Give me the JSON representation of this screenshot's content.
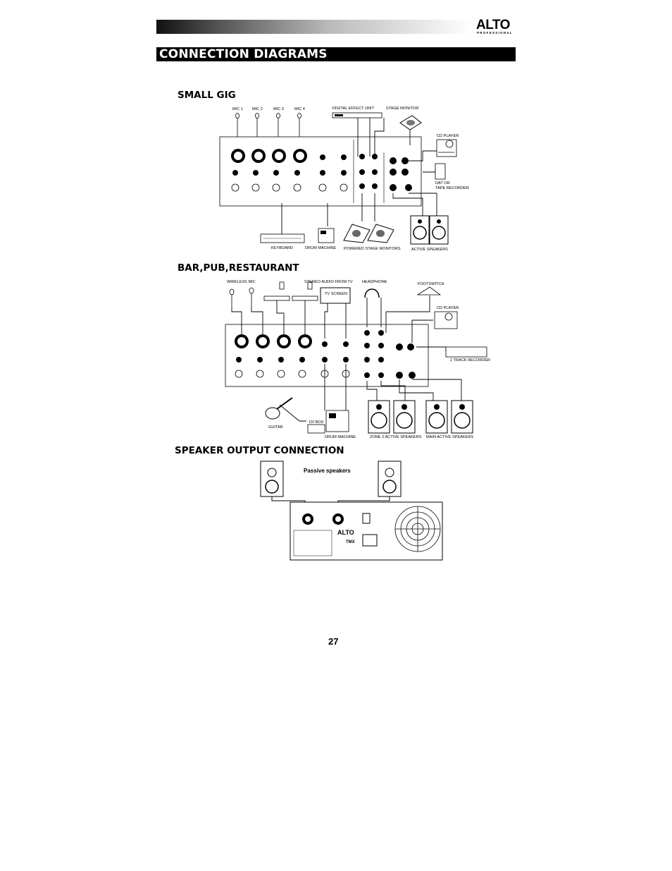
{
  "header": {
    "logo_text": "ALTO",
    "logo_sub": "PROFESSIONAL",
    "title": "CONNECTION DIAGRAMS"
  },
  "small_gig": {
    "heading": "SMALL GIG",
    "mic_labels": [
      "MIC 1",
      "MIC 2",
      "MIC 3",
      "MIC 4"
    ],
    "digital_effect_unit": "DIGITAL EFFECT UNIT",
    "stage_monitor": "STAGE MONITOR",
    "cd_player": "CD PLAYER",
    "dat_or": "DAT OR",
    "tape_recorder": "TAPE RECORDER",
    "keyboard": "KEYBOARD",
    "drum_machine": "DRUM MACHINE",
    "powered_stage_monitors": "POWERED STAGE MONITORS",
    "active_speakers": "ACTIVE SPEAKERS"
  },
  "bar_pub": {
    "heading": "BAR,PUB,RESTAURANT",
    "wireless_mic": "WIRELESS MIC",
    "stereo_audio": "STEREO AUDIO FROM TV",
    "tv_screen": "TV SCREEN",
    "headphone": "HEADPHONE",
    "footswitch": "FOOTSWITCH",
    "cd_player": "CD PLAYER",
    "two_track": "2 TRACK RECORDER",
    "guitar": "GUITAR",
    "di_box": "D/I BOX",
    "drum_machine": "DRUM MACHINE",
    "zone2": "ZONE 2 ACTIVE SPEAKERS",
    "main_active": "MAIN ACTIVE SPEAKERS"
  },
  "speaker_output": {
    "heading": "SPEAKER OUTPUT CONNECTION",
    "passive": "Passive speakers",
    "model": "TMX"
  },
  "page_number": "27"
}
